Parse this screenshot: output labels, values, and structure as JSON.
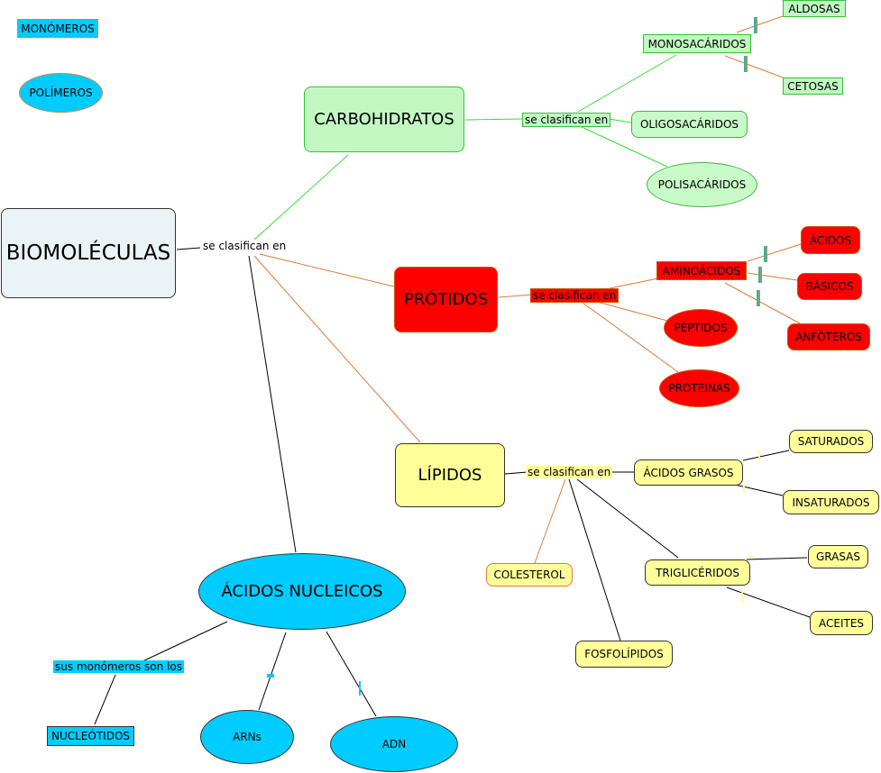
{
  "legend": {
    "monomeros": "MONÓMEROS",
    "polimeros": "POLÍMEROS"
  },
  "root": {
    "title": "BIOMOLÉCULAS",
    "link": "se clasifican en"
  },
  "carbohidratos": {
    "title": "CARBOHIDRATOS",
    "link": "se clasifican en",
    "monosacaridos": "MONOSACÁRIDOS",
    "aldosas": "ALDOSAS",
    "cetosas": "CETOSAS",
    "oligosacaridos": "OLIGOSACÁRIDOS",
    "polisacaridos": "POLISACÁRIDOS"
  },
  "protidos": {
    "title": "PRÓTIDOS",
    "link": "se clasifican en",
    "aminoacidos": "AMINOÁCIDOS",
    "acidos": "ÁCIDOS",
    "basicos": "BÁSICOS",
    "anfoteros": "ANFÓTEROS",
    "peptidos": "PÉPTIDOS",
    "proteinas": "PROTEINAS"
  },
  "lipidos": {
    "title": "LÍPIDOS",
    "link": "se clasifican en",
    "acidos_grasos": "ÁCIDOS GRASOS",
    "saturados": "SATURADOS",
    "insaturados": "INSATURADOS",
    "colesterol": "COLESTEROL",
    "trigliceridos": "TRIGLICÉRIDOS",
    "grasas": "GRASAS",
    "aceites": "ACEITES",
    "fosfolipidos": "FOSFOLÍPIDOS"
  },
  "nucleicos": {
    "title": "ÁCIDOS NUCLEICOS",
    "link": "sus monómeros son los",
    "nucleotidos": "NUCLEÓTIDOS",
    "arns": "ARNs",
    "adn": "ADN"
  },
  "colors": {
    "green_line": "#33dd33",
    "orange_line": "#e07a3a",
    "black_line": "#000000",
    "cyan": "#00ccff",
    "red": "#ff0000",
    "yellow": "#ffff99",
    "green_fill": "#c2f7c2"
  }
}
